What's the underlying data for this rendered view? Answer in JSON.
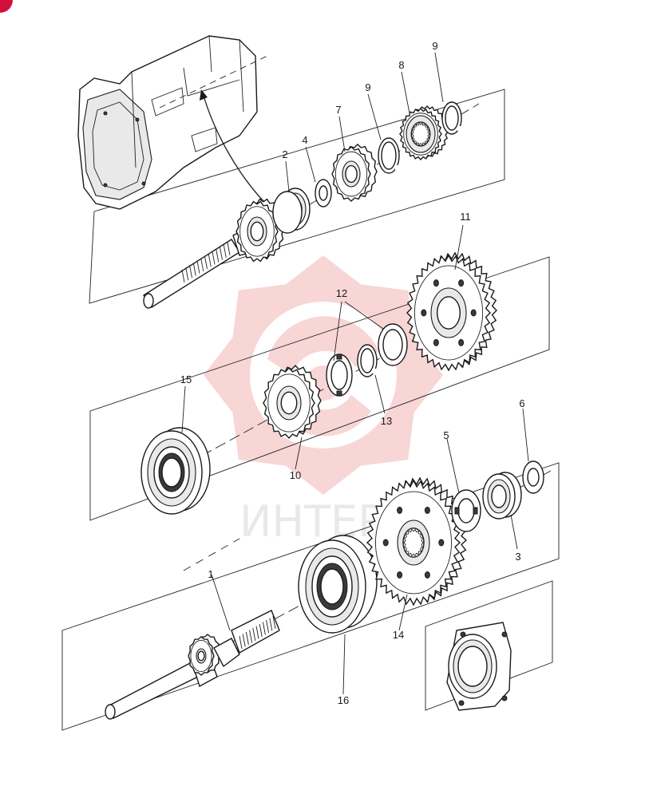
{
  "diagram": {
    "watermark": {
      "text": "ИНТЕР",
      "color": "#f4b5b5"
    },
    "callouts": [
      {
        "id": "c1",
        "label": "1"
      },
      {
        "id": "c2",
        "label": "2"
      },
      {
        "id": "c3",
        "label": "3"
      },
      {
        "id": "c4",
        "label": "4"
      },
      {
        "id": "c5",
        "label": "5"
      },
      {
        "id": "c6",
        "label": "6"
      },
      {
        "id": "c7",
        "label": "7"
      },
      {
        "id": "c8",
        "label": "8"
      },
      {
        "id": "c9a",
        "label": "9"
      },
      {
        "id": "c9b",
        "label": "9"
      },
      {
        "id": "c10",
        "label": "10"
      },
      {
        "id": "c11",
        "label": "11"
      },
      {
        "id": "c12",
        "label": "12"
      },
      {
        "id": "c13",
        "label": "13"
      },
      {
        "id": "c14",
        "label": "14"
      },
      {
        "id": "c15",
        "label": "15"
      },
      {
        "id": "c16",
        "label": "16"
      }
    ],
    "colors": {
      "line": "#1a1a1a",
      "corner_mark": "#d0103a"
    }
  }
}
